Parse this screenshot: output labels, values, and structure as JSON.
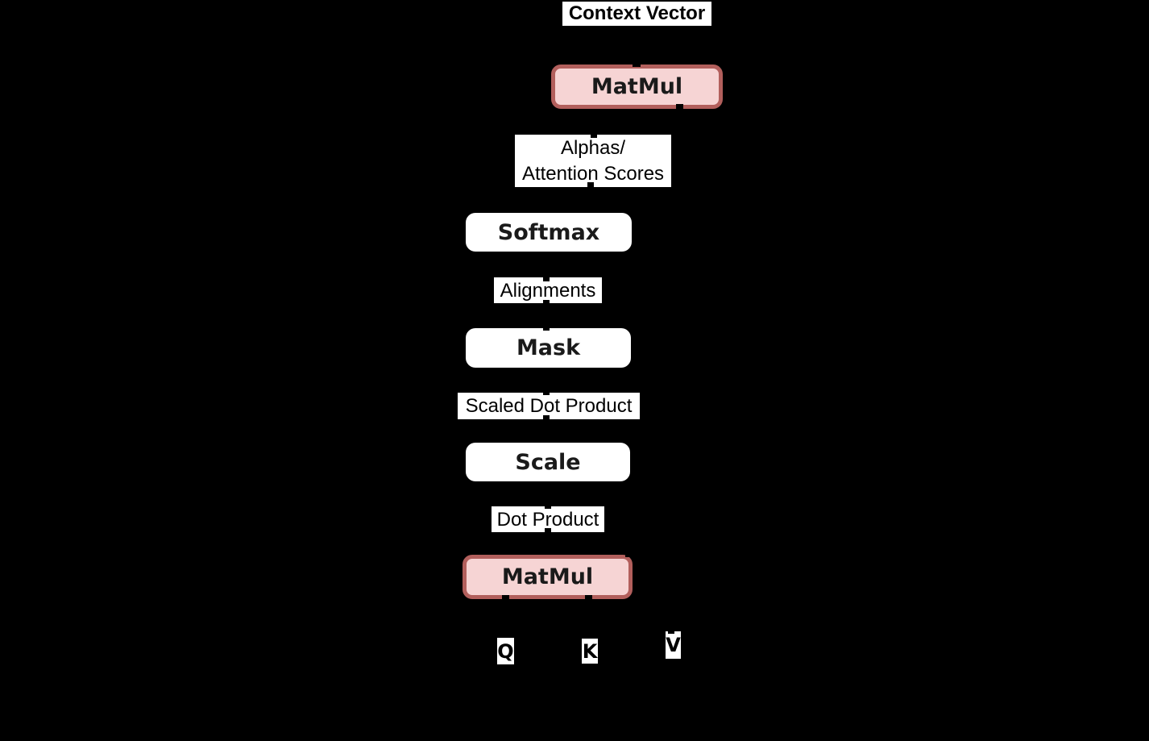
{
  "colors": {
    "background": "#000000",
    "matmul_fill": "#f6d4d4",
    "matmul_border": "#b25f5c",
    "op_box_fill": "#ffffff",
    "label_background": "#ffffff",
    "text": "#1a1a1a",
    "connector": "#000000"
  },
  "diagram": {
    "output_label": "Context Vector",
    "ops": {
      "matmul_top": "MatMul",
      "softmax": "Softmax",
      "mask": "Mask",
      "scale": "Scale",
      "matmul_bottom": "MatMul"
    },
    "edge_labels": {
      "alphas_line1": "Alphas/",
      "alphas_line2": "Attention Scores",
      "alignments": "Alignments",
      "scaled_dot_product": "Scaled Dot Product",
      "dot_product": "Dot Product"
    },
    "inputs": {
      "q": "Q",
      "k": "K",
      "v": "V"
    }
  }
}
